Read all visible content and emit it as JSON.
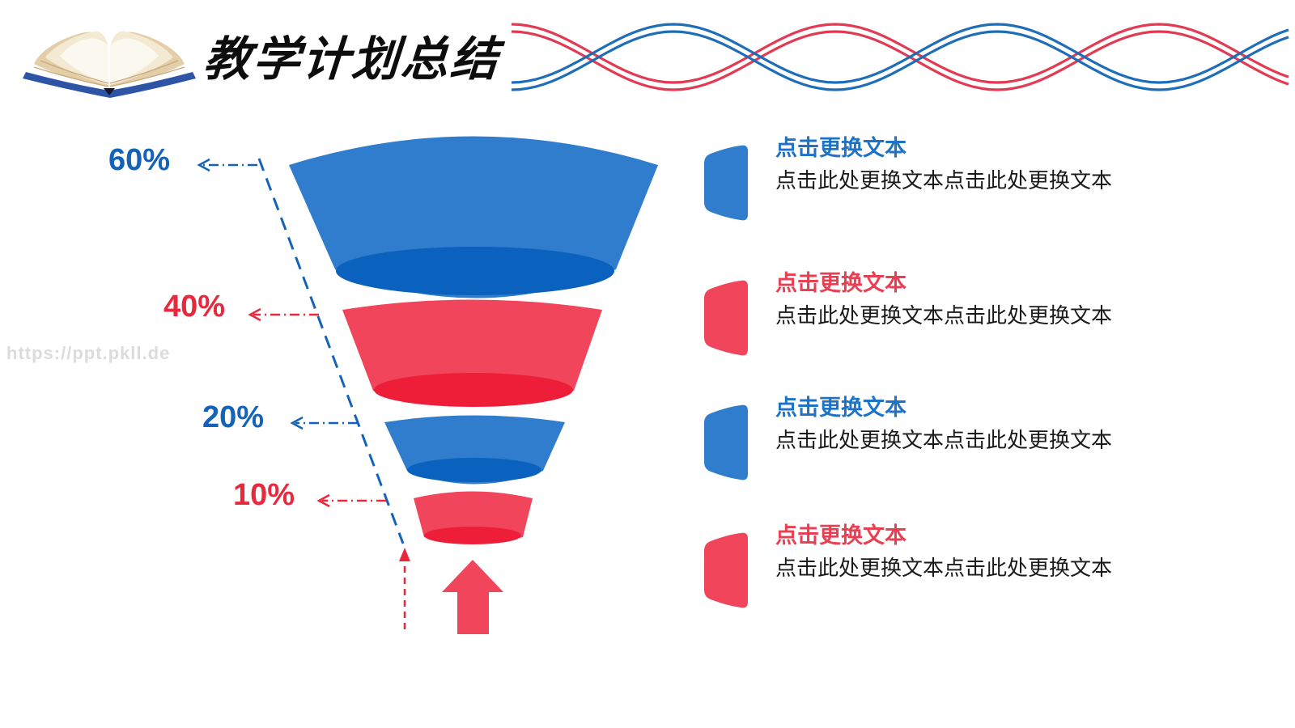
{
  "slide": {
    "title": "教学计划总结",
    "watermark": "https://ppt.pkll.de"
  },
  "chart_data": {
    "type": "funnel",
    "title": "教学计划总结",
    "categories": [
      "60%",
      "40%",
      "20%",
      "10%"
    ],
    "values": [
      60,
      40,
      20,
      10
    ],
    "orientation": "inverted funnel, widest level on top, narrowest at bottom",
    "level_colors": [
      "#2F7DCC",
      "#F0455A",
      "#2F7DCC",
      "#F0455A"
    ],
    "annotations": [
      "blue dashed guide line along the left slope of the funnel",
      "dash-dot leader arrows from guide line to each percentage label",
      "red dashed vertical arrow and solid red block arrow below the funnel outlet"
    ]
  },
  "items": [
    {
      "heading": "点击更换文本",
      "body": "点击此处更换文本点击此处更换文本",
      "accent": "#1E73C7"
    },
    {
      "heading": "点击更换文本",
      "body": "点击此处更换文本点击此处更换文本",
      "accent": "#E84052"
    },
    {
      "heading": "点击更换文本",
      "body": "点击此处更换文本点击此处更换文本",
      "accent": "#1E73C7"
    },
    {
      "heading": "点击更换文本",
      "body": "点击此处更换文本点击此处更换文本",
      "accent": "#E84052"
    }
  ],
  "colors": {
    "funnel_blue": "#2F7DCC",
    "funnel_blue_dark": "#0A62BE",
    "funnel_red": "#F0455A",
    "funnel_red_dark": "#EE1E38",
    "label_blue": "#1563B8",
    "label_red": "#E8293D",
    "wave_blue": "#1E6DB8",
    "wave_red": "#E23A52",
    "title_black": "#0D0D0D",
    "watermark_gray": "#DCDCDC",
    "book_cover_blue": "#2E55A5"
  }
}
